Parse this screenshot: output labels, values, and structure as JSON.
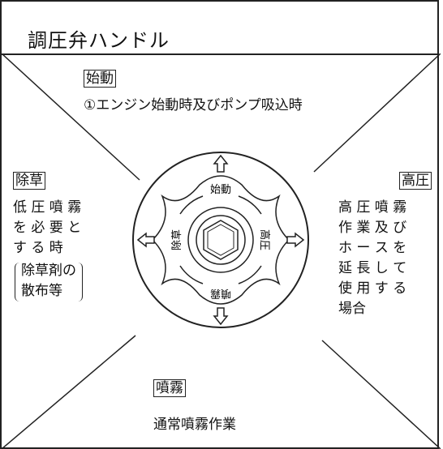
{
  "title": "調圧弁ハンドル",
  "top": {
    "label": "始動",
    "description": "①エンジン始動時及びポンプ吸込時"
  },
  "left": {
    "label": "除草",
    "lines": [
      "低 圧 噴 霧",
      "を 必 要 と",
      "す る 時"
    ],
    "bracket_lines": [
      "除草剤の",
      "散布等"
    ]
  },
  "right": {
    "label": "高圧",
    "lines": [
      "高 圧 噴 霧",
      "作 業 及 び",
      "ホ ー ス を",
      "延 長 し て",
      "使 用 す る",
      "場合"
    ]
  },
  "bottom": {
    "label": "噴霧",
    "description": "通常噴霧作業"
  },
  "dial": {
    "top_label": "始動",
    "right_label": "高圧",
    "bottom_label": "噴霧",
    "left_label": "除草"
  }
}
